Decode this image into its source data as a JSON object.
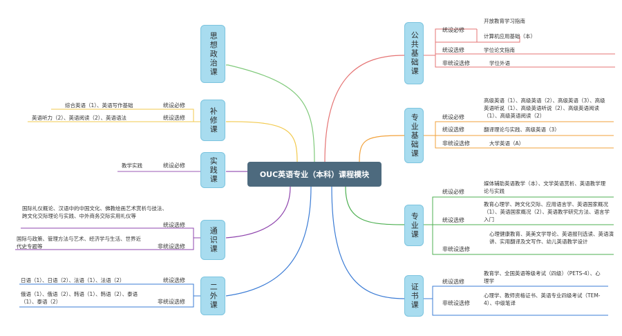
{
  "title": "OUC英语专业（本科）课程模块",
  "colors": {
    "center": "#4d6a7e",
    "branch_fill": "#a8dcef"
  },
  "left": {
    "politics": {
      "name": "思想政治课"
    },
    "supplement": {
      "name": "补修课",
      "required_label": "统设必修",
      "required_text": "综合英语（1）、英语写作基础",
      "elective_label": "统设选修",
      "elective_text": "英语听力（2）、英语阅读（2）、英语语法"
    },
    "practice": {
      "name": "实践课",
      "required_label": "统设必修",
      "required_text": "教学实践"
    },
    "general": {
      "name": "通识课",
      "elective_label": "统设选修",
      "elective_text": "国际礼仪概论、汉语中的中国文化、佛教绘画艺术赏析与技法、跨文化交际理论与实践、中外商务交际实用礼仪等",
      "non_label": "非统设选修",
      "non_text": "国际与政策、管理方法与艺术、经济学与生活、世界近代史专题等"
    },
    "second_lang": {
      "name": "二外课",
      "elective_label": "统设选修",
      "elective_text": "日语（1）、日语（2）、法语（1）、法语（2）",
      "non_label": "非统设选修",
      "non_text": "俄语（1）、俄语（2）、韩语（1）、韩语（2）、泰语（1）、泰语（2）"
    }
  },
  "right": {
    "public": {
      "name": "公共基础课",
      "required_label": "统设必修",
      "required_items": [
        "开放教育学习指南",
        "计算机应用基础（本）"
      ],
      "elective_label": "统设选修",
      "elective_text": "学位论文指南",
      "non_label": "非统设选修",
      "non_text": "学位外语"
    },
    "major_basic": {
      "name": "专业基础课",
      "required_label": "统设必修",
      "required_text": "高级英语（1）、高级英语（2）、高级英语（3）、高级英语听说（1）、高级英语听说（2）、高级英语阅读（1）、高级英语阅读（2）",
      "elective_label": "统设选修",
      "elective_text": "翻译理论与实践、高级英语（3）",
      "non_label": "非统设选修",
      "non_text": "大学英语（A）"
    },
    "major": {
      "name": "专业课",
      "required_label": "统设必修",
      "required_text": "媒体辅助英语教学（本）、文学英语赏析、英语教学理论与实践",
      "elective_label": "统设选修",
      "elective_text": "教育心理学、跨文化交际、应用语言学、英语国家概况（1）、英语国家概况（2）、英语教学研究方法、语言学入门",
      "non_label": "非统设选修",
      "non_text": "心理健康教育、英美文学导论、英语报刊选读、英语演讲、实用翻译及文写作、幼儿英语教学设计"
    },
    "certificate": {
      "name": "证书课",
      "elective_label": "统设选修",
      "elective_text": "教育学、全国英语等级考试（四级）（PETS-4）、心理学",
      "non_label": "非统设选修",
      "non_text": "心理学、教师资格证书、英语专业四级考试（TEM-4）、中级笔译"
    }
  }
}
